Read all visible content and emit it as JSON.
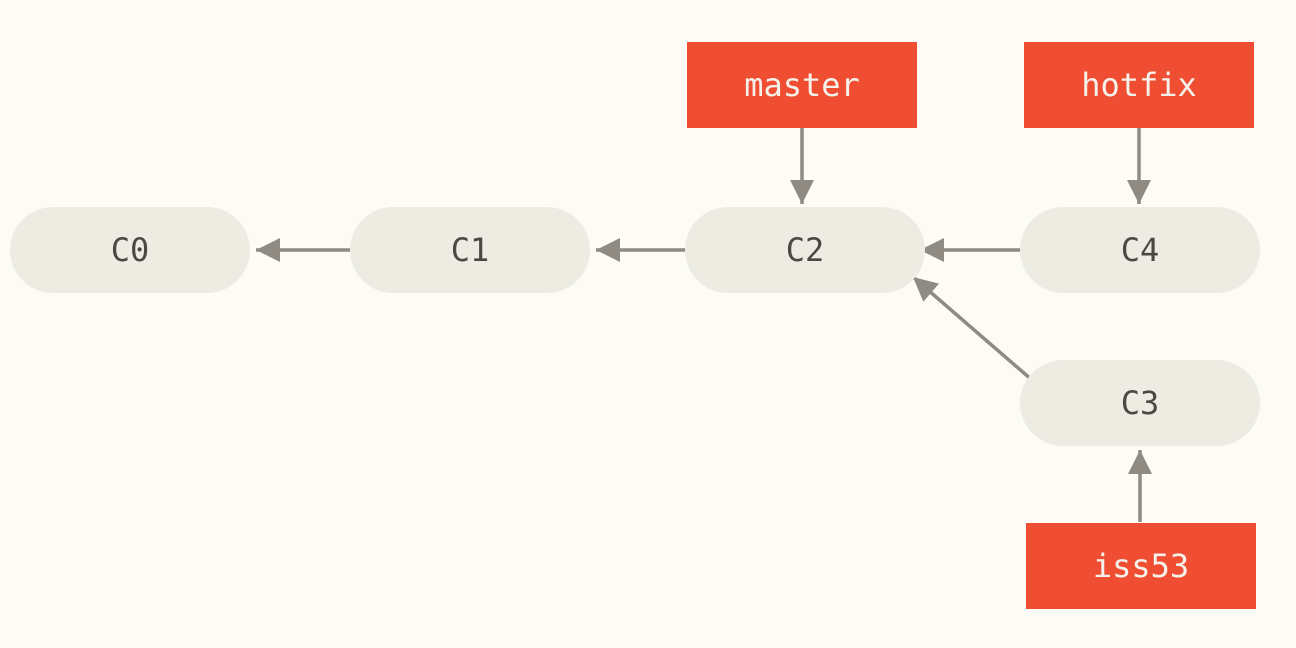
{
  "diagram": {
    "type": "git-commit-graph",
    "commits": [
      {
        "id": "C0",
        "label": "C0"
      },
      {
        "id": "C1",
        "label": "C1"
      },
      {
        "id": "C2",
        "label": "C2"
      },
      {
        "id": "C3",
        "label": "C3"
      },
      {
        "id": "C4",
        "label": "C4"
      }
    ],
    "branches": [
      {
        "label": "master",
        "points_to": "C2"
      },
      {
        "label": "hotfix",
        "points_to": "C4"
      },
      {
        "label": "iss53",
        "points_to": "C3"
      }
    ],
    "edges": [
      {
        "from": "C1",
        "to": "C0"
      },
      {
        "from": "C2",
        "to": "C1"
      },
      {
        "from": "C4",
        "to": "C2"
      },
      {
        "from": "C3",
        "to": "C2"
      },
      {
        "from": "master",
        "to": "C2"
      },
      {
        "from": "hotfix",
        "to": "C4"
      },
      {
        "from": "iss53",
        "to": "C3"
      }
    ],
    "colors": {
      "background": "#FCFBF6",
      "commit_fill": "#EDECE3",
      "commit_text": "#4B4742",
      "branch_fill": "#F04E32",
      "branch_text": "#F5F2EC",
      "arrow": "#8F8B83"
    }
  }
}
